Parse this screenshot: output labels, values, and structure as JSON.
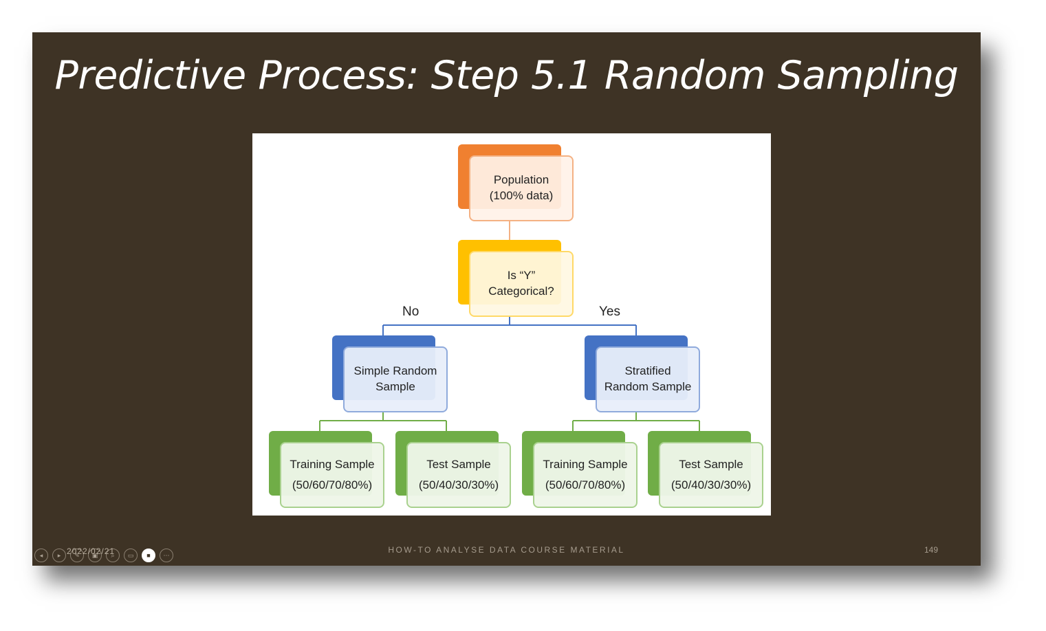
{
  "slide": {
    "title": "Predictive Process: Step 5.1 Random Sampling",
    "footer": "HOW-TO ANALYSE DATA COURSE MATERIAL",
    "page_number": "149",
    "date": "2022/02/21"
  },
  "diagram": {
    "nodes": {
      "population": {
        "line1": "Population",
        "line2": "(100% data)"
      },
      "decision": {
        "line1": "Is “Y”",
        "line2": "Categorical?"
      },
      "simple": {
        "line1": "Simple Random",
        "line2": "Sample"
      },
      "stratified": {
        "line1": "Stratified",
        "line2": "Random Sample"
      },
      "train_left": {
        "line1": "Training Sample",
        "line2": "(50/60/70/80%)"
      },
      "test_left": {
        "line1": "Test Sample",
        "line2": "(50/40/30/30%)"
      },
      "train_right": {
        "line1": "Training Sample",
        "line2": "(50/60/70/80%)"
      },
      "test_right": {
        "line1": "Test Sample",
        "line2": "(50/40/30/30%)"
      }
    },
    "branch_labels": {
      "no": "No",
      "yes": "Yes"
    },
    "colors": {
      "population": "#f08030",
      "decision": "#ffc000",
      "sampling": "#4472c4",
      "split": "#70ad47",
      "slide_background": "#3e3325"
    }
  },
  "toolbar": {
    "buttons": [
      {
        "name": "previous-slide",
        "glyph": "◂"
      },
      {
        "name": "next-slide",
        "glyph": "▸"
      },
      {
        "name": "pen",
        "glyph": "✎"
      },
      {
        "name": "slides-grid",
        "glyph": "▣"
      },
      {
        "name": "zoom",
        "glyph": "⌕"
      },
      {
        "name": "subtitles",
        "glyph": "▭"
      },
      {
        "name": "camera",
        "glyph": "■"
      },
      {
        "name": "more",
        "glyph": "⋯"
      }
    ]
  }
}
